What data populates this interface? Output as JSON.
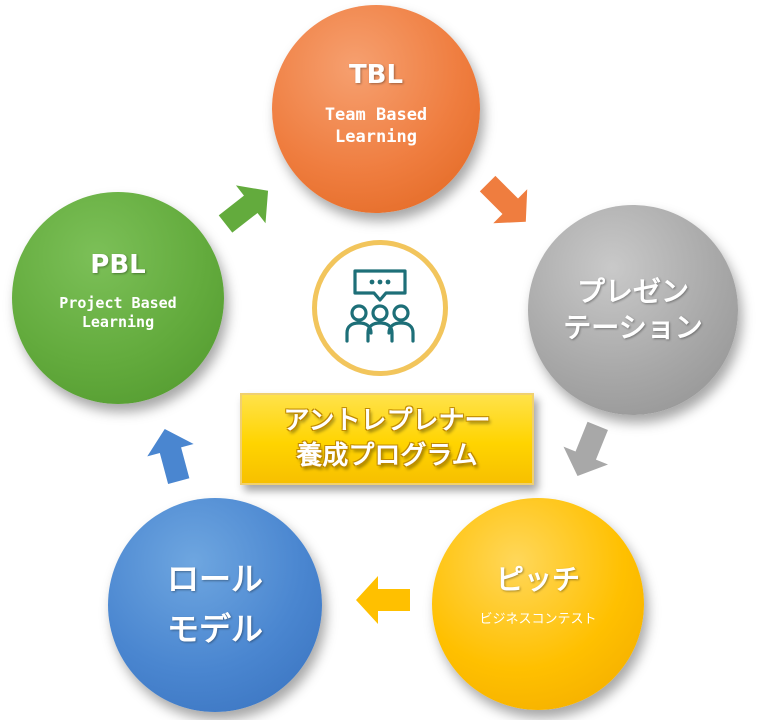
{
  "nodes": {
    "tbl": {
      "title": "TBL",
      "subtitle": "Team Based\nLearning",
      "color": "#ef7d3f"
    },
    "presentation": {
      "title": "プレゼン\nテーション",
      "color": "#a8a8a8"
    },
    "pitch": {
      "title": "ピッチ",
      "subtitle": "ビジネスコンテスト",
      "color": "#ffc000"
    },
    "role_model": {
      "title": "ロール\nモデル",
      "color": "#4a86d0"
    },
    "pbl": {
      "title": "PBL",
      "subtitle": "Project Based\nLearning",
      "color": "#63ab3d"
    }
  },
  "center": {
    "banner_line1": "アントレプレナー",
    "banner_line2": "養成プログラム",
    "icon": "team-discussion-icon",
    "icon_color": "#1d6f78",
    "ring_color": "#f2c55c"
  },
  "arrows": [
    {
      "name": "arrow-tbl-to-presentation",
      "color": "#ef7d3f"
    },
    {
      "name": "arrow-presentation-to-pitch",
      "color": "#a8a8a8"
    },
    {
      "name": "arrow-pitch-to-role-model",
      "color": "#ffc000"
    },
    {
      "name": "arrow-role-model-to-pbl",
      "color": "#4a86d0"
    },
    {
      "name": "arrow-pbl-to-tbl",
      "color": "#63ab3d"
    }
  ]
}
